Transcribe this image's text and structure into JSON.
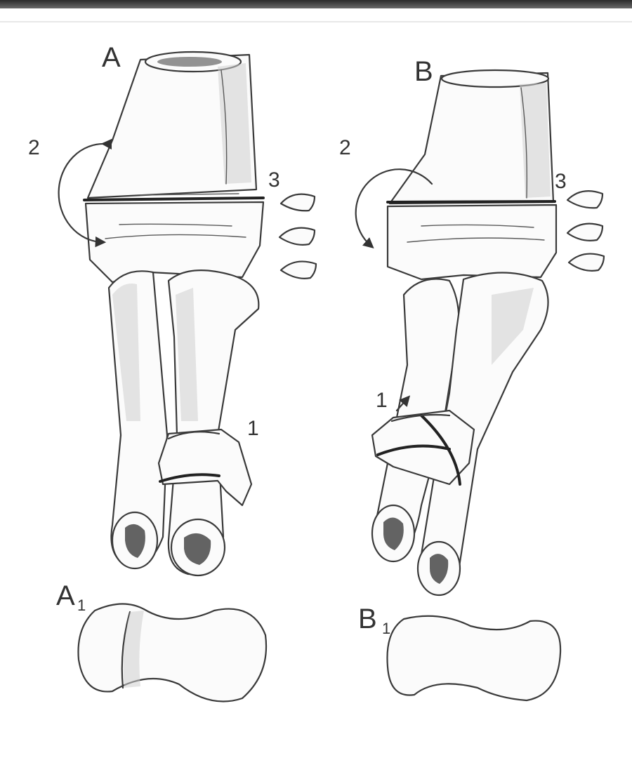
{
  "panels": {
    "a": {
      "label": "A",
      "rotation_label": "2",
      "pads_label": "3",
      "ring_label": "1",
      "section_label": "A",
      "section_subscript": "1"
    },
    "b": {
      "label": "B",
      "rotation_label": "2",
      "pads_label": "3",
      "ring_label": "1",
      "section_label": "B",
      "section_subscript": "1"
    }
  },
  "colors": {
    "ink": "#3a3a3a",
    "paper": "#ffffff",
    "shade": "#cfcfcf"
  }
}
